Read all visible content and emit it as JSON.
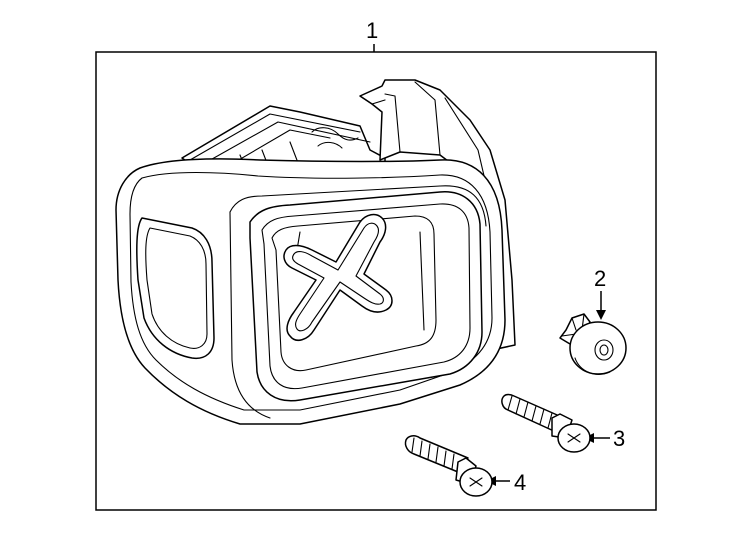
{
  "callouts": {
    "c1": "1",
    "c2": "2",
    "c3": "3",
    "c4": "4"
  },
  "parts": [
    {
      "callout": "1",
      "icon": "tail-lamp-assembly"
    },
    {
      "callout": "2",
      "icon": "lamp-socket-nut"
    },
    {
      "callout": "3",
      "icon": "mounting-bolt"
    },
    {
      "callout": "4",
      "icon": "mounting-bolt"
    }
  ],
  "colors": {
    "line": "#000000",
    "background": "#ffffff"
  }
}
